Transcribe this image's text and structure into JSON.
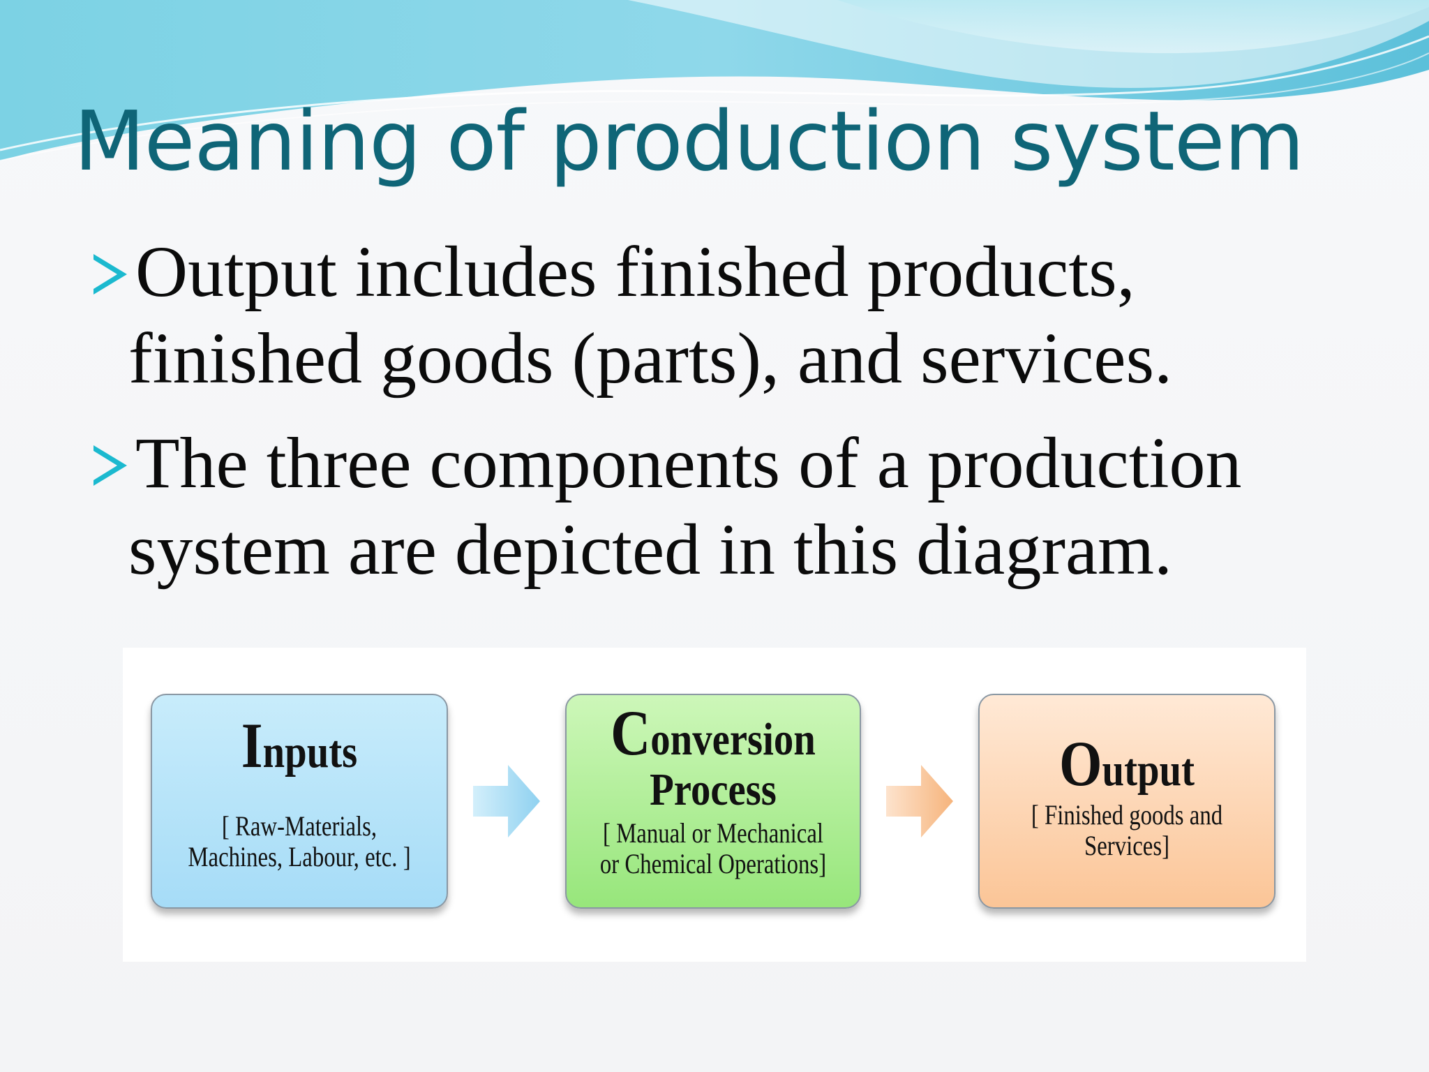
{
  "slide": {
    "title": "Meaning of production system",
    "bullets": [
      {
        "line1": "Output includes finished products,",
        "line2": "finished goods (parts), and services."
      },
      {
        "line1": "The three components of a production",
        "line2": "system are depicted in this diagram."
      }
    ],
    "bullet_icon": "arrowhead-bullet-icon",
    "colors": {
      "title": "#0f6577",
      "bullet_arrow": "#1bb9cf",
      "inputs_box": "#b3e3f9",
      "conversion_box": "#aeec92",
      "output_box": "#fdd3ae"
    }
  },
  "diagram": {
    "boxes": [
      {
        "key": "inputs",
        "title_cap": "I",
        "title_rest": "nputs",
        "description": "[ Raw-Materials, Machines, Labour, etc. ]"
      },
      {
        "key": "conversion",
        "title_cap": "C",
        "title_rest": "onversion",
        "title_line2": "Process",
        "description_line1": "[ Manual or Mechanical",
        "description_line2": "or Chemical Operations]"
      },
      {
        "key": "output",
        "title_cap": "O",
        "title_rest": "utput",
        "description_line1": "[ Finished goods and",
        "description_line2": "Services]"
      }
    ],
    "connectors": [
      "right-arrow-icon",
      "right-arrow-icon"
    ]
  }
}
